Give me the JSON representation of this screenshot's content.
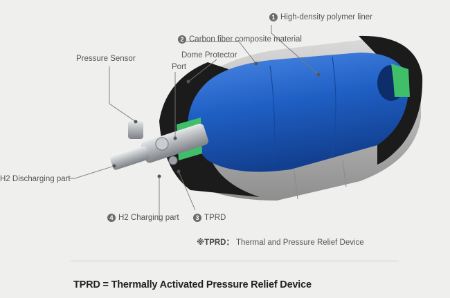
{
  "labels": {
    "liner": {
      "number": "1",
      "text": "High-density polymer liner"
    },
    "carbon": {
      "number": "2",
      "text": "Carbon fiber composite material"
    },
    "dome": {
      "text": "Dome Protector"
    },
    "port": {
      "text": "Port"
    },
    "pressure_sensor": {
      "text": "Pressure Sensor"
    },
    "discharging": {
      "text": "H2 Discharging part"
    },
    "charging": {
      "number": "4",
      "text": "H2 Charging part"
    },
    "tprd": {
      "number": "3",
      "text": "TPRD"
    }
  },
  "note": {
    "prefix": "※TPRD：",
    "text": " Thermal and Pressure Relief Device"
  },
  "footer": "TPRD = Thermally Activated Pressure Relief Device",
  "colors": {
    "background": "#efefee",
    "liner": "#1f5fc4",
    "carbon_shell": "#b9b9b9",
    "dome": "#1a1a1a",
    "port": "#3fbf6a",
    "valve": "#b0b4b8"
  }
}
